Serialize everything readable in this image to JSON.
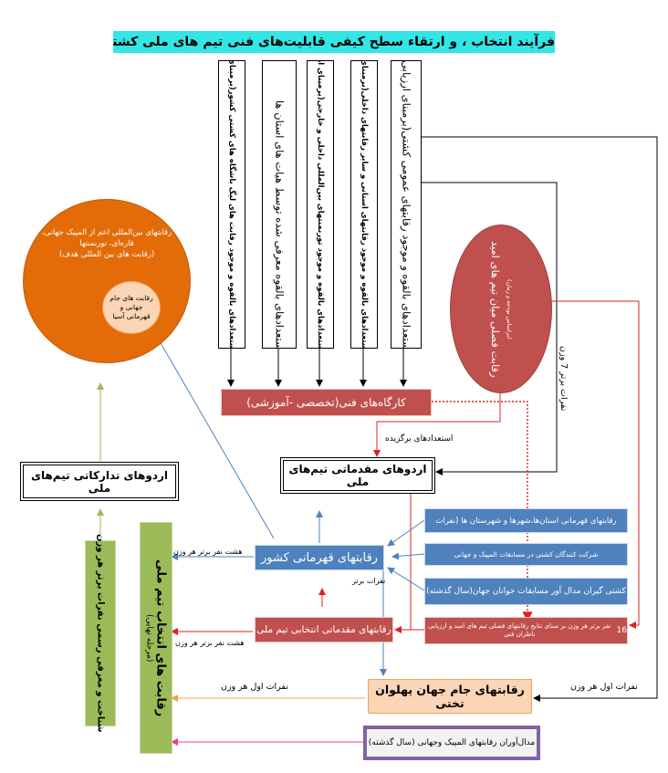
{
  "title": "فرآیند انتخاب ، و ارتقاء سطح کیفی قابلیت‌های فنی تیم های ملی کشتی آزاد کشور",
  "pools": [
    "استعدادهای بالقوه و موجود رقابت های لیگ باشگاه های کشتی کشور(برمبنای ارزیابی ناظران فنی)",
    "استعدادهای بالقوه معرفی شده توسط هیات های استان ها",
    "استعدادهای بالقوه و موجود تورنمنتهای بین‌المللی داخلی و خارجی(برمبنای ارزیابی ناظران فنی)",
    "استعدادهای بالقوه و موجود رقابتهای استانی و سایر رقابتهای داخلی(برمبنای ارزیابی ناظران فنی)",
    "استعدادهای بالقوه و موجود رقابتهای عمومی کشتی(برمبنای ارزیابی ناظران فنی)"
  ],
  "big_circle": {
    "text1": "رقابتهای بین‌المللی اعم از المپیک جهانی، قاره‌ای، تورنمنتها",
    "text2": "(رقابت های بین المللی هدف)"
  },
  "small_circle": "رقابت های جام جهانی و قهرمانی آسیا",
  "red_circle": {
    "title": "رقابت فصلی میان تیم های امید",
    "note": "(براساس بودجه و زمان)"
  },
  "workshops": "کارگاه‌های فنی(تخصصی -آموزشی)",
  "selected_talents": "استعدادهای برگزیده",
  "prep_camp": "اردوهای مقدماتی تیم‌های ملی",
  "final_camp": "اردوهای تدارکاتی تیم‌های ملی",
  "right_boxes": [
    "رقابتهای قهرمانی استان‌ها،شهرها و شهرستان ها (نفرات",
    "شرکت کنندگان کشتی در مسابقات المپیک و جهانی",
    "کشتی گیران مدال آور مسابقات جوانان جهان(سال گذشته)",
    "نفر برتر هر وزن بر مبنای نتایج رقابتهای فصلی تیم های امید و ارزیابی ناظران فنی"
  ],
  "right_box4_prefix": "16",
  "national_championship": "رقابتهای قهرمانی کشور",
  "national_prelim": "رقابتهای مقدماتی انتخابی تیم ملی",
  "world_cup_takhti": "رقابتهای جام جهان پهلوان تختی",
  "medalists": "مدال‌آوران رقابتهای المپیک وجهانی (سال گذشته)",
  "national_selection": {
    "title": "رقابت های انتخاب تیم ملی",
    "sub": "(مرحله نهایی)"
  },
  "identification": "شناخت و معرفی رسمی نفرات برتر هر وزن",
  "labels": {
    "top8_a": "هشت نفر برتر هر وزن",
    "top8_b": "هشت نفر برتر هر وزن",
    "first_each_a": "نفرات اول هر وزن",
    "first_each_b": "نفرات اول هر وزن",
    "top_people": "نفرات برتر",
    "top7": "نفرات برتر 7 وزن"
  }
}
